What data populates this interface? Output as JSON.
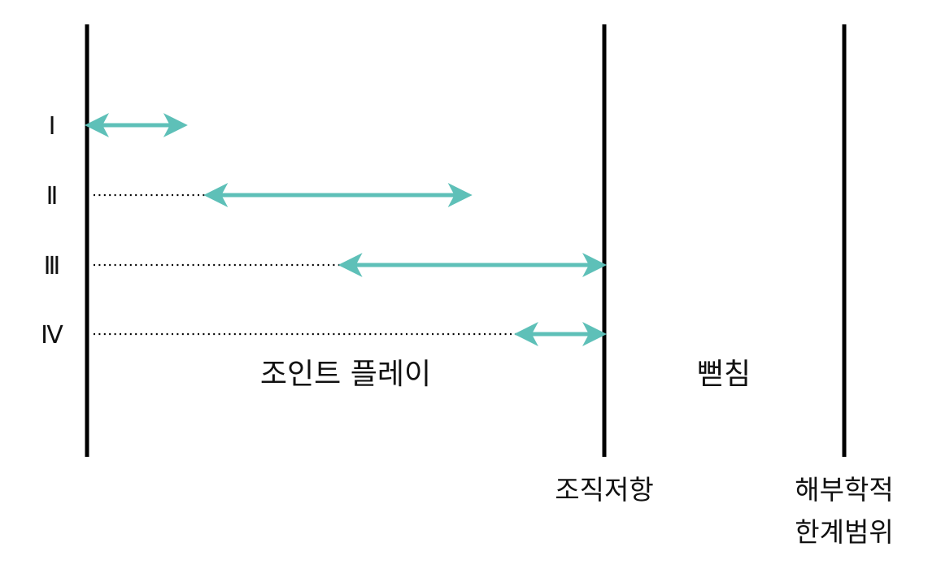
{
  "grades": [
    {
      "label": "Ⅰ",
      "arrow_start": 0.0,
      "arrow_end": 0.19
    },
    {
      "label": "Ⅱ",
      "arrow_start": 0.23,
      "arrow_end": 0.74
    },
    {
      "label": "Ⅲ",
      "arrow_start": 0.49,
      "arrow_end": 1.0
    },
    {
      "label": "Ⅳ",
      "arrow_start": 0.83,
      "arrow_end": 1.0
    }
  ],
  "zones": {
    "joint_play": "조인트 플레이",
    "stretch": "뻗침"
  },
  "boundaries": {
    "tissue_resistance": "조직저항",
    "anatomical_limit_line1": "해부학적",
    "anatomical_limit_line2": "한계범위"
  },
  "colors": {
    "arrow": "#5ec0b8",
    "line": "#000000",
    "dots": "#000000"
  }
}
